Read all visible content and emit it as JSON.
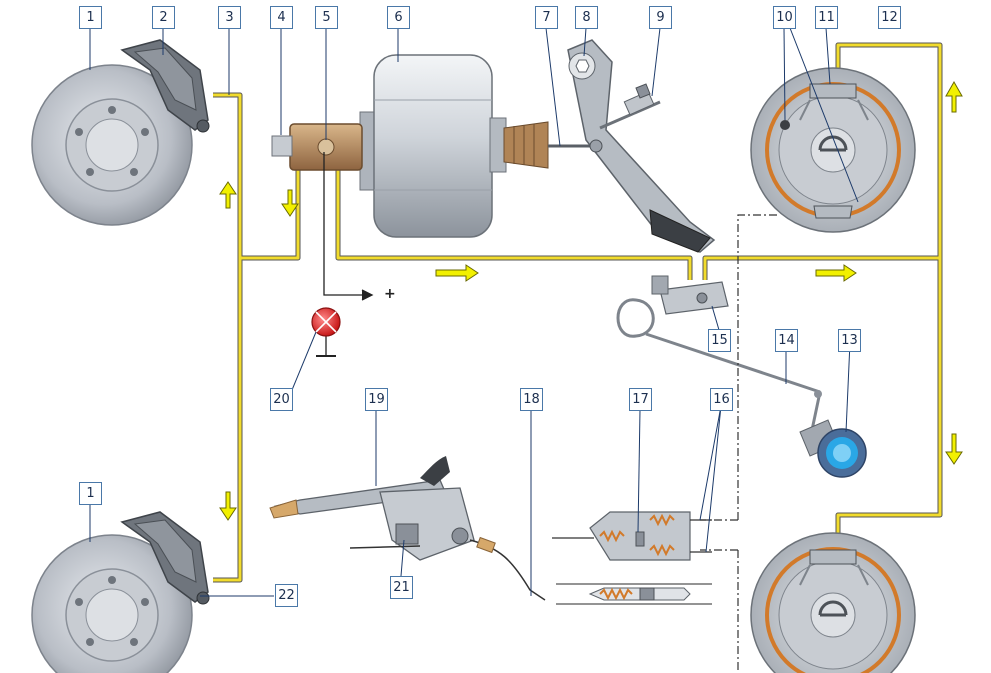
{
  "callouts": {
    "c1_top": "1",
    "c2": "2",
    "c3": "3",
    "c4": "4",
    "c5": "5",
    "c6": "6",
    "c7": "7",
    "c8": "8",
    "c9": "9",
    "c10": "10",
    "c11": "11",
    "c12": "12",
    "c13": "13",
    "c14": "14",
    "c15": "15",
    "c16": "16",
    "c17": "17",
    "c18": "18",
    "c19": "19",
    "c20": "20",
    "c21": "21",
    "c22": "22",
    "c1_bottom": "1"
  },
  "symbols": {
    "plus": "+"
  },
  "colors": {
    "brake_line": "#f2dc2c",
    "flow_arrow": "#f2f000",
    "callout_border": "#4a78a8",
    "booster": "#c9cfd6",
    "master_cylinder": "#b4895a",
    "warning_lamp": "#e03030",
    "drum_lining": "#d27a2a"
  }
}
